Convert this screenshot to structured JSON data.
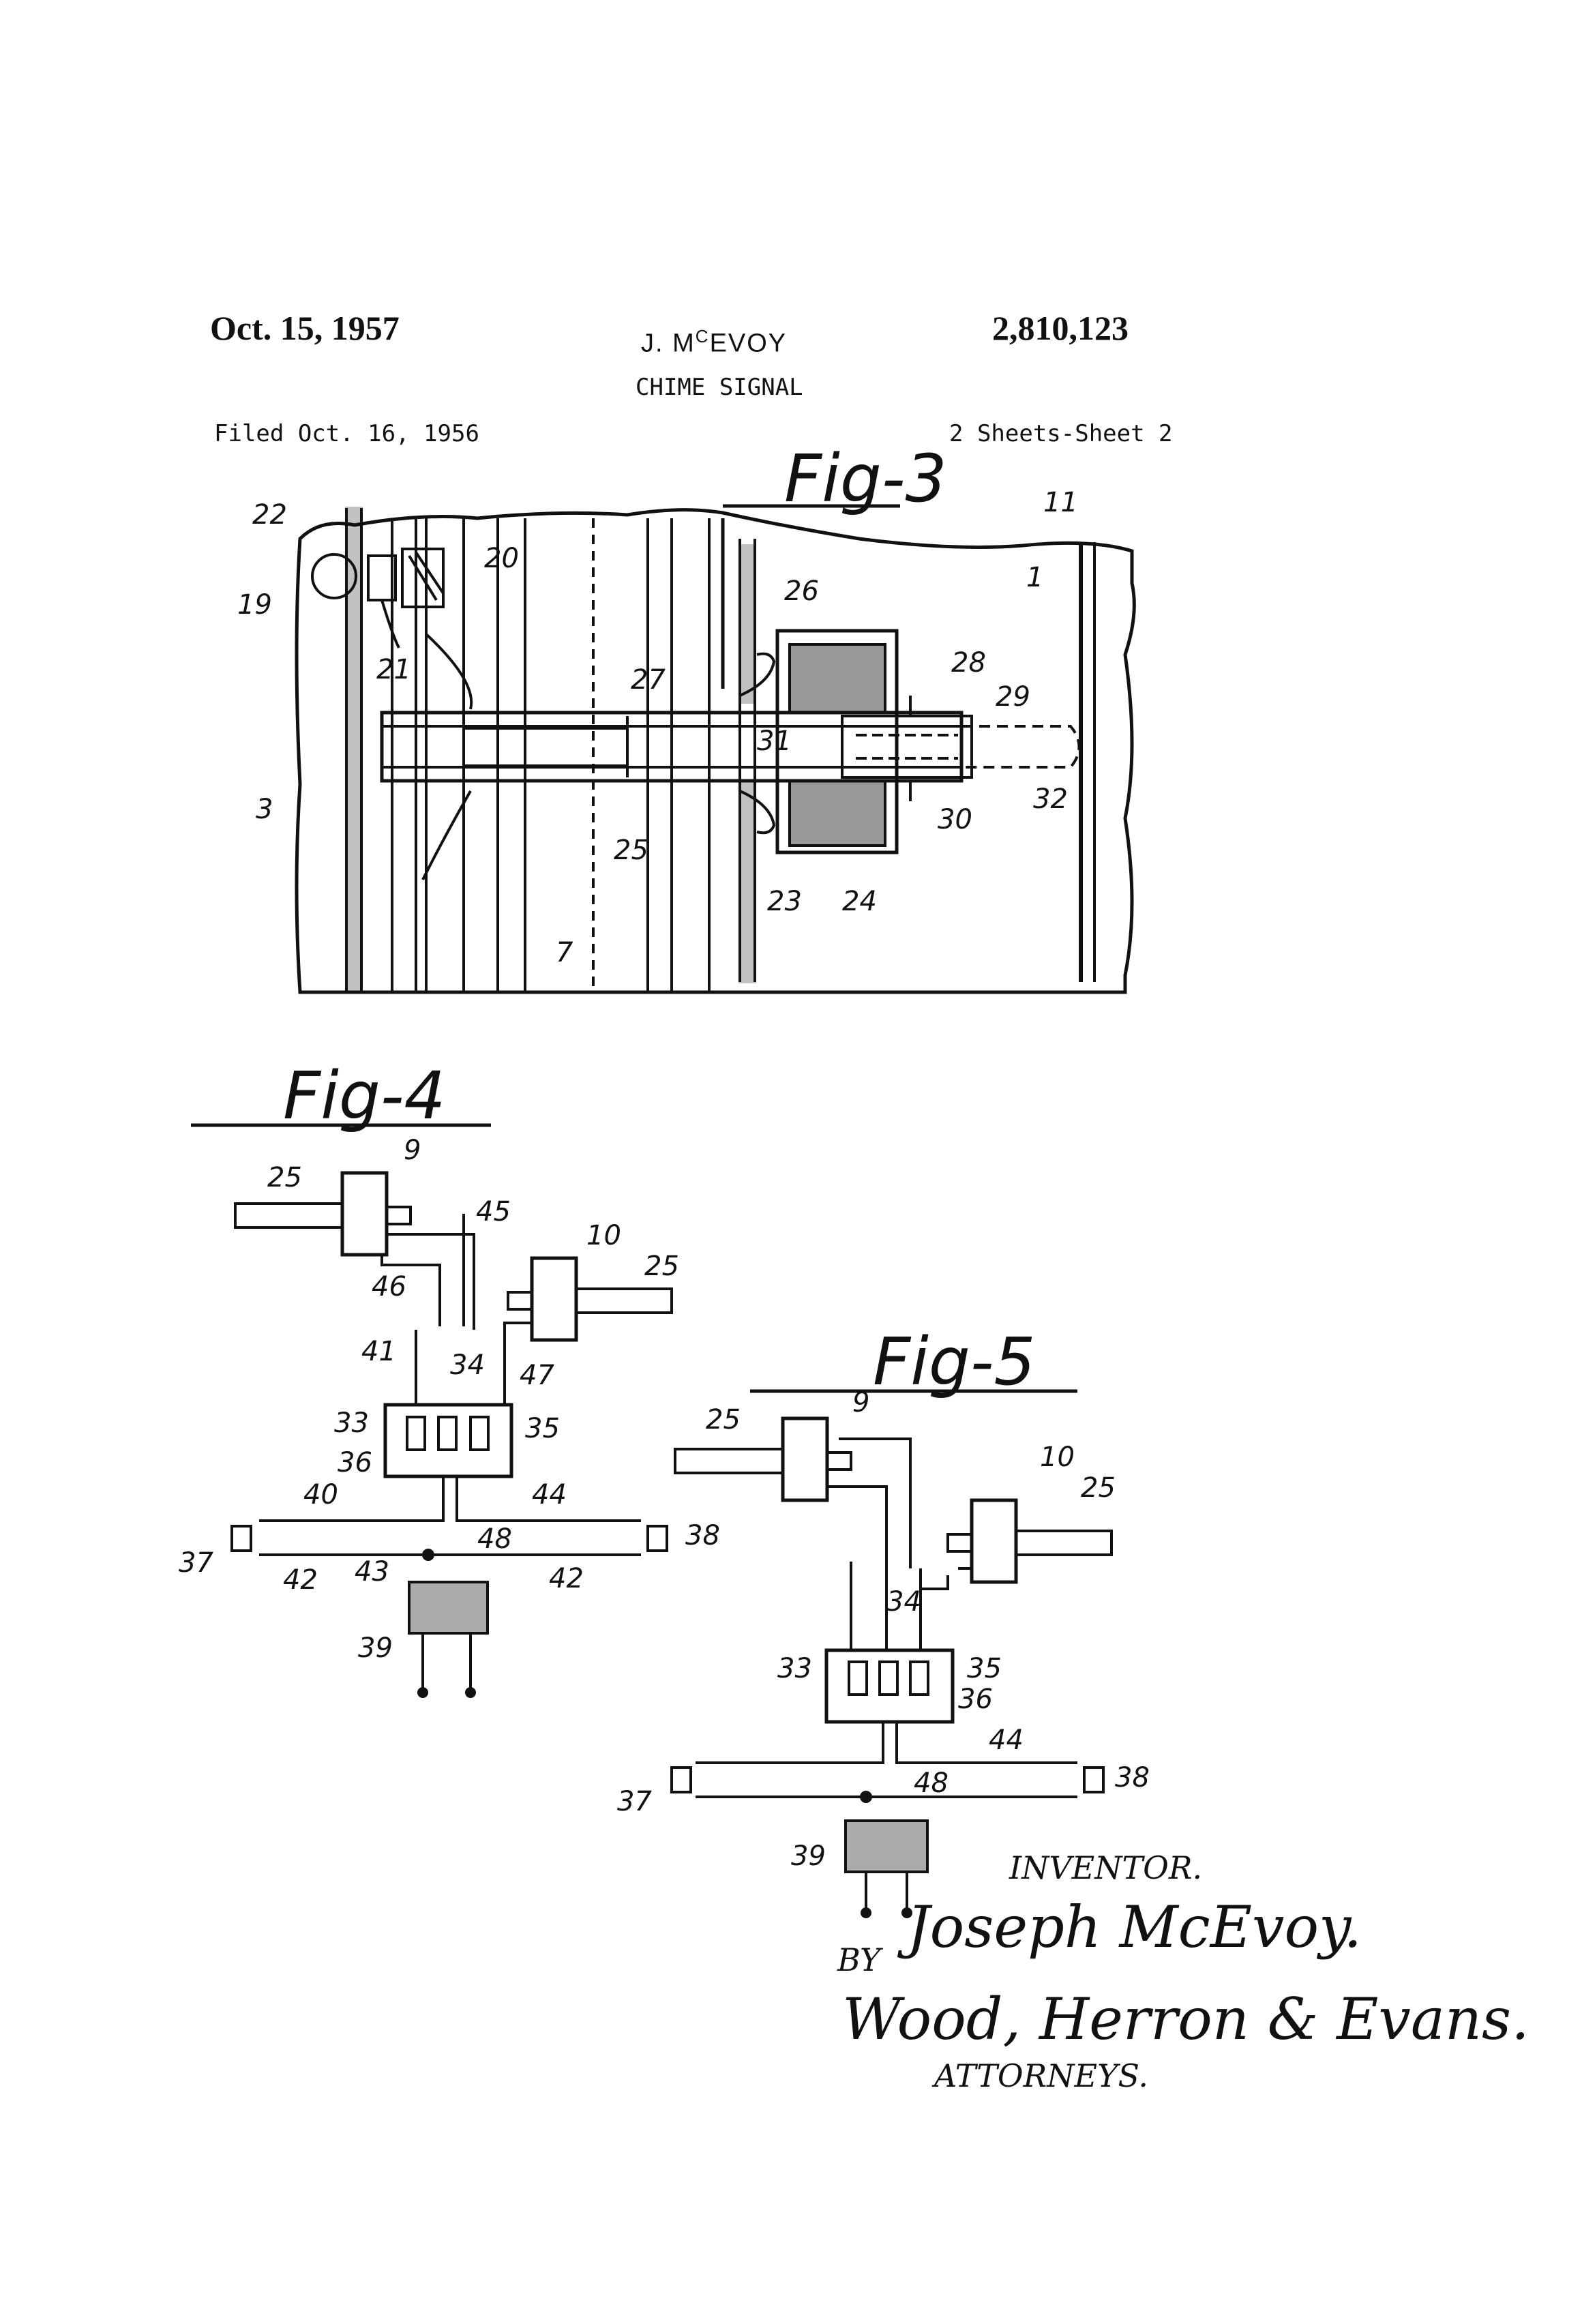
{
  "header": {
    "date": "Oct. 15, 1957",
    "inventor_name_prefix": "J. M",
    "inventor_name_sup": "C",
    "inventor_name_suffix": "EVOY",
    "patent_number": "2,810,123",
    "title": "CHIME SIGNAL",
    "filed": "Filed Oct. 16, 1956",
    "sheets": "2 Sheets-Sheet 2"
  },
  "figures": {
    "fig3": {
      "label": "Fig-3"
    },
    "fig4": {
      "label": "Fig-4"
    },
    "fig5": {
      "label": "Fig-5"
    }
  },
  "fig3_refs": [
    "22",
    "20",
    "19",
    "21",
    "3",
    "26",
    "27",
    "28",
    "29",
    "31",
    "32",
    "30",
    "25",
    "23",
    "24",
    "7",
    "11",
    "1"
  ],
  "fig4_refs": [
    "25",
    "9",
    "45",
    "46",
    "10",
    "25",
    "41",
    "34",
    "47",
    "33",
    "35",
    "36",
    "40",
    "44",
    "37",
    "48",
    "38",
    "42",
    "43",
    "42",
    "39"
  ],
  "fig5_refs": [
    "25",
    "9",
    "10",
    "25",
    "34",
    "33",
    "35",
    "36",
    "44",
    "37",
    "48",
    "38",
    "39"
  ],
  "signature": {
    "inventor_label": "INVENTOR.",
    "inventor_signature": "Joseph McEvoy.",
    "by_label": "BY",
    "attorney_signature": "Wood, Herron & Evans.",
    "attorneys_label": "ATTORNEYS."
  }
}
